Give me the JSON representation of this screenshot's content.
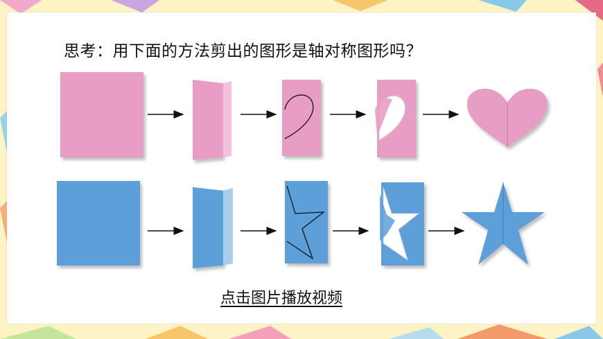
{
  "slide": {
    "question": "思考：用下面的方法剪出的图形是轴对称图形吗？",
    "play_link": "点击图片播放视频"
  },
  "colors": {
    "pink": "#e89ec4",
    "blue": "#5d9fd8",
    "background": "#fdf3c4",
    "arrow": "#111111"
  },
  "sequences": [
    {
      "name": "heart",
      "steps": [
        "square-paper",
        "folded-paper",
        "drawn-half-heart",
        "cut-half-heart",
        "heart-shape"
      ]
    },
    {
      "name": "star",
      "steps": [
        "square-paper",
        "folded-paper",
        "drawn-half-star",
        "cut-half-star",
        "star-shape"
      ]
    }
  ]
}
